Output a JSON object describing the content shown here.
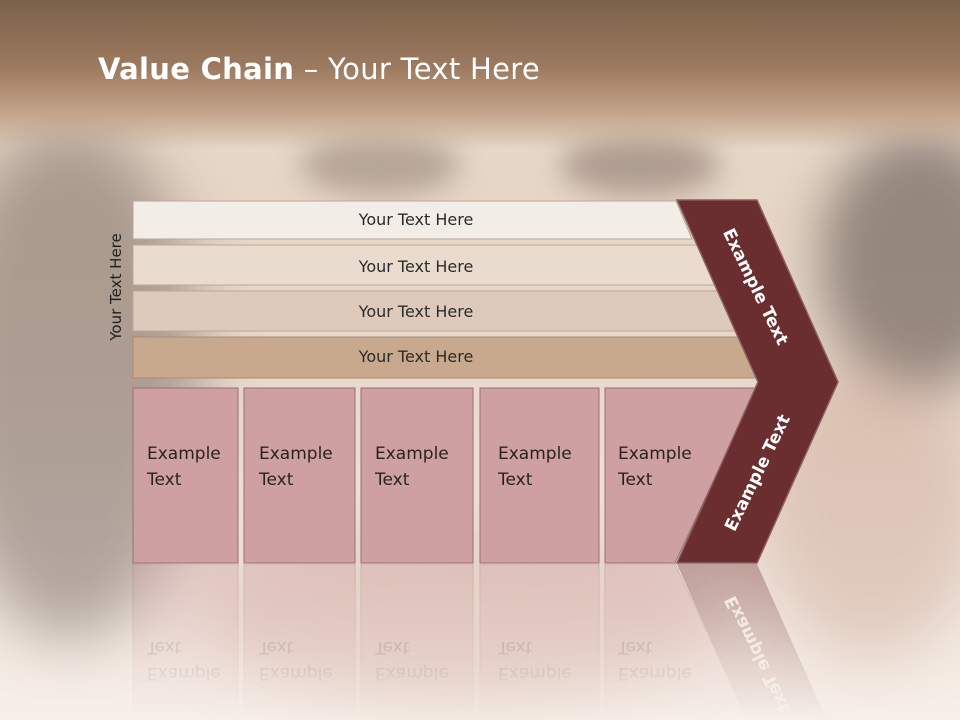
{
  "slide": {
    "title_bold": "Value Chain",
    "title_rest": " – Your Text Here"
  },
  "side_label": "Your Text Here",
  "rows": [
    {
      "label": "Your Text Here",
      "color": "#f3ede7"
    },
    {
      "label": "Your Text Here",
      "color": "#eadbcf"
    },
    {
      "label": "Your Text Here",
      "color": "#decabb"
    },
    {
      "label": "Your Text Here",
      "color": "#c8a98e"
    }
  ],
  "columns": [
    {
      "line1": "Example",
      "line2": "Text"
    },
    {
      "line1": "Example",
      "line2": "Text"
    },
    {
      "line1": "Example",
      "line2": "Text"
    },
    {
      "line1": "Example",
      "line2": "Text"
    },
    {
      "line1": "Example",
      "line2": "Text"
    }
  ],
  "chevron": {
    "upper_text": "Example Text",
    "lower_text": "Example Text",
    "color": "#6b2e30"
  },
  "colors": {
    "column_fill": "#cfa0a2",
    "column_stroke": "#9a6f72"
  }
}
